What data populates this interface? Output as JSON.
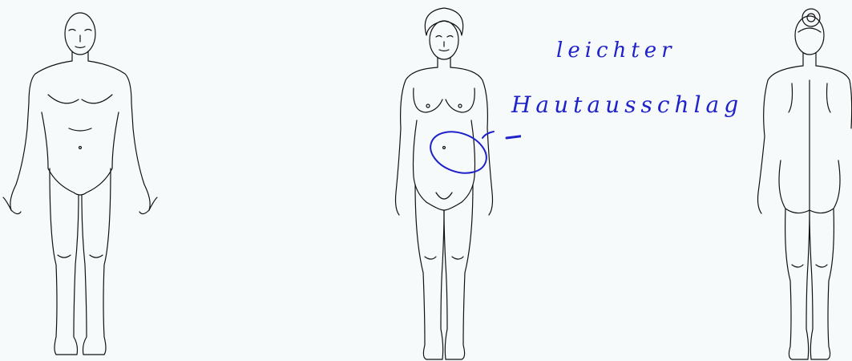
{
  "diagram": {
    "figures": [
      {
        "id": "male-front"
      },
      {
        "id": "female-front"
      },
      {
        "id": "female-back"
      }
    ],
    "annotation": {
      "line1": "leichter",
      "line2": "Hautausschlag",
      "ink_color": "#1e22c8"
    },
    "colors": {
      "background": "#f7fafb",
      "outline": "#111111",
      "annotation_ink": "#1e22c8"
    }
  }
}
